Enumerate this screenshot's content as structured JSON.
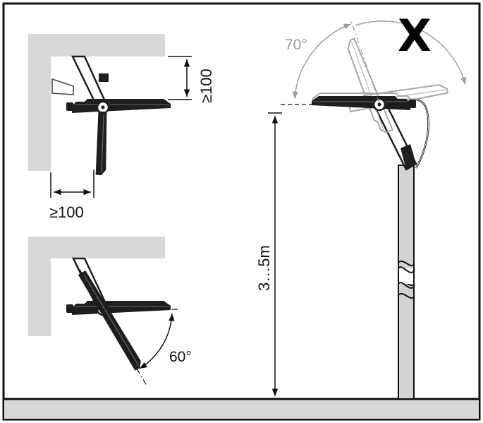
{
  "diagram": {
    "wall_mount": {
      "vertical_clearance": "≥100",
      "horizontal_clearance": "≥100"
    },
    "tilted_mount": {
      "tilt_angle": "60°"
    },
    "pole_mount": {
      "tilt_angle": "70°",
      "mounting_height": "3…5m",
      "forbidden_mark": "X"
    }
  },
  "colors": {
    "frame": "#111111",
    "wall": "#d8d8d8",
    "ground": "#d8d8d8",
    "pole": "#d3d3d3",
    "lamp": "#1e1e1e",
    "ghost": "#a8a8a8",
    "forbidden": "#000000"
  }
}
